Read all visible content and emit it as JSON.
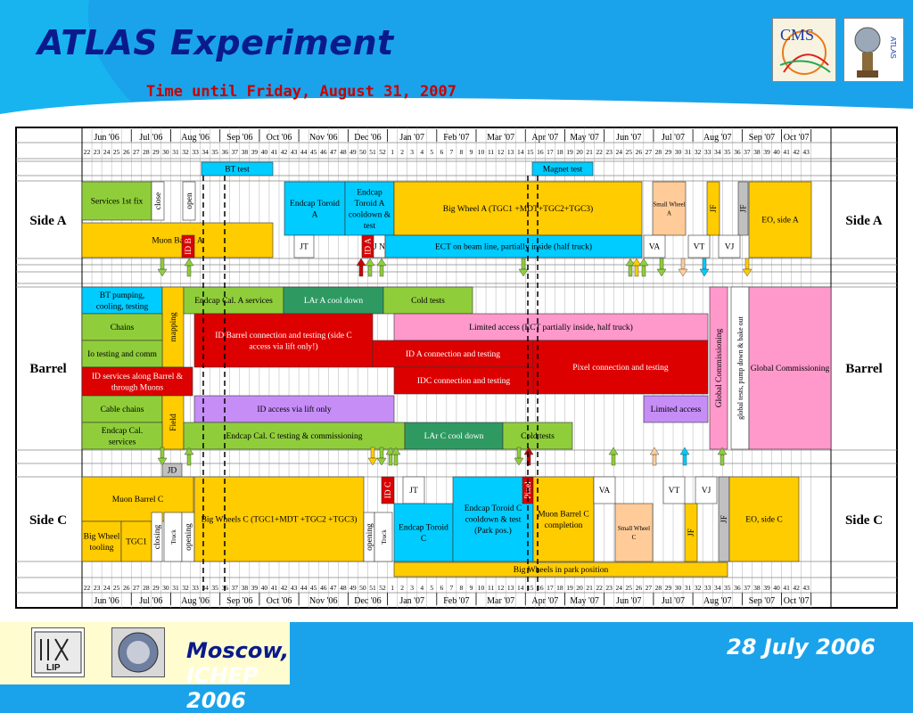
{
  "header": {
    "title": "ATLAS Experiment",
    "subtitle": "Time until Friday, August 31, 2007",
    "logo_left_text": "CMS",
    "logo_right_text": "ATLAS"
  },
  "footer": {
    "location": "Moscow,",
    "conference": "ICHEP 2006",
    "date": "28 July 2006",
    "logo_left_text": "LIP"
  },
  "colors": {
    "background": "#1aa3ea",
    "title": "#0a1a8c",
    "subtitle": "#c80000",
    "green": "#8fce3a",
    "gold": "#ffcc00",
    "pink": "#ff99cc",
    "blue": "#00ccff",
    "red": "#dd0000",
    "darkgreen": "#2e9a62",
    "violet": "#c68df7",
    "peach": "#ffcc99",
    "grey": "#c0c0c0"
  },
  "schedule": {
    "months": [
      "Jun '06",
      "Jul '06",
      "Aug '06",
      "Sep '06",
      "Oct '06",
      "Nov '06",
      "Dec '06",
      "Jan '07",
      "Feb '07",
      "Mar '07",
      "Apr '07",
      "May '07",
      "Jun '07",
      "Jul '07",
      "Aug '07",
      "Sep '07",
      "Oct '07"
    ],
    "weeks": [
      "22",
      "23",
      "24",
      "25",
      "26",
      "27",
      "28",
      "29",
      "30",
      "31",
      "32",
      "33",
      "34",
      "35",
      "36",
      "37",
      "38",
      "39",
      "40",
      "41",
      "42",
      "43",
      "44",
      "45",
      "46",
      "47",
      "48",
      "49",
      "50",
      "51",
      "52",
      "1",
      "2",
      "3",
      "4",
      "5",
      "6",
      "7",
      "8",
      "9",
      "10",
      "11",
      "12",
      "13",
      "14",
      "15",
      "16",
      "17",
      "18",
      "19",
      "20",
      "21",
      "22",
      "23",
      "24",
      "25",
      "26",
      "27",
      "28",
      "29",
      "30",
      "31",
      "32",
      "33",
      "34",
      "35",
      "36",
      "37",
      "38",
      "39",
      "40",
      "41",
      "42",
      "43"
    ],
    "side_labels": {
      "side_a": "Side A",
      "barrel": "Barrel",
      "side_c": "Side C"
    },
    "tasks": [
      {
        "id": "bt-test",
        "text": "BT test",
        "color": "blue"
      },
      {
        "id": "magnet-test",
        "text": "Magnet test",
        "color": "blue"
      },
      {
        "id": "services-1st-fix",
        "text": "Services 1st fix",
        "color": "green"
      },
      {
        "id": "close-a",
        "text": "close",
        "color": "white"
      },
      {
        "id": "open-a",
        "text": "open",
        "color": "white"
      },
      {
        "id": "endcap-toroid-a",
        "text": "Endcap Toroid A",
        "color": "blue"
      },
      {
        "id": "endcap-toroid-a-cooldown",
        "text": "Endcap Toroid A cooldown & test",
        "color": "blue"
      },
      {
        "id": "big-wheel-a",
        "text": "Big Wheel A (TGC1 +MDT+TGC2+TGC3)",
        "color": "gold"
      },
      {
        "id": "small-wheel-a",
        "text": "Small Wheel A",
        "color": "peach"
      },
      {
        "id": "jf-a1",
        "text": "JF",
        "color": "gold"
      },
      {
        "id": "jf-a2",
        "text": "JF",
        "color": "grey"
      },
      {
        "id": "eo-side-a",
        "text": "EO, side A",
        "color": "gold"
      },
      {
        "id": "muon-barrel-a",
        "text": "Muon Barrel A",
        "color": "gold"
      },
      {
        "id": "id-b",
        "text": "ID B",
        "color": "red"
      },
      {
        "id": "jt-a",
        "text": "JT",
        "color": "white"
      },
      {
        "id": "id-a",
        "text": "ID A",
        "color": "red"
      },
      {
        "id": "jn-a",
        "text": "J N",
        "color": "white"
      },
      {
        "id": "ect-beam-line",
        "text": "ECT on beam line, partially inside (half truck)",
        "color": "blue"
      },
      {
        "id": "va-a",
        "text": "VA",
        "color": "white"
      },
      {
        "id": "vt-a",
        "text": "VT",
        "color": "white"
      },
      {
        "id": "vj-a",
        "text": "VJ",
        "color": "white"
      },
      {
        "id": "bt-pumping",
        "text": "BT pumping, cooling, testing",
        "color": "blue"
      },
      {
        "id": "mapping",
        "text": "mapping",
        "color": "gold"
      },
      {
        "id": "endcap-cal-a-services",
        "text": "Endcap Cal. A services",
        "color": "green"
      },
      {
        "id": "lar-a-cool-down",
        "text": "LAr A cool down",
        "color": "darkgreen"
      },
      {
        "id": "cold-tests-1",
        "text": "Cold tests",
        "color": "green"
      },
      {
        "id": "chains",
        "text": "Chains",
        "color": "green"
      },
      {
        "id": "id-barrel-connection",
        "text": "ID Barrel connection and testing (side C access via lift only!)",
        "color": "red"
      },
      {
        "id": "limited-access-ect",
        "text": "Limited access (ECT partially inside, half truck)",
        "color": "pink"
      },
      {
        "id": "global-commissioning-v",
        "text": "Global Commissioning",
        "color": "pink"
      },
      {
        "id": "global-tests",
        "text": "global tests, pump down & bake out",
        "color": "white"
      },
      {
        "id": "global-commissioning",
        "text": "Global Commissioning",
        "color": "pink"
      },
      {
        "id": "io-testing",
        "text": "Io testing and comm",
        "color": "green"
      },
      {
        "id": "id-a-connection",
        "text": "ID A connection and testing",
        "color": "red"
      },
      {
        "id": "pixel-connection",
        "text": "Pixel connection and testing",
        "color": "red"
      },
      {
        "id": "id-services-barrel",
        "text": "ID services along Barrel & through Muons",
        "color": "red"
      },
      {
        "id": "idc-connection",
        "text": "IDC connection and testing",
        "color": "red"
      },
      {
        "id": "cable-chains",
        "text": "Cable chains",
        "color": "green"
      },
      {
        "id": "field",
        "text": "Field",
        "color": "gold"
      },
      {
        "id": "id-access-lift",
        "text": "ID access via lift only",
        "color": "violet"
      },
      {
        "id": "limited-access",
        "text": "Limited access",
        "color": "violet"
      },
      {
        "id": "endcap-cal-services",
        "text": "Endcap Cal. services",
        "color": "green"
      },
      {
        "id": "endcap-cal-c-testing",
        "text": "Endcap Cal. C testing & commissioning",
        "color": "green"
      },
      {
        "id": "lar-c-cool-down",
        "text": "LAr C cool down",
        "color": "darkgreen"
      },
      {
        "id": "cold-tests-2",
        "text": "Cold tests",
        "color": "green"
      },
      {
        "id": "jd",
        "text": "JD",
        "color": "grey"
      },
      {
        "id": "muon-barrel-c",
        "text": "Muon Barrel C",
        "color": "gold"
      },
      {
        "id": "big-wheel-tooling",
        "text": "Big Wheel tooling",
        "color": "gold"
      },
      {
        "id": "tgc1",
        "text": "TGC1",
        "color": "gold"
      },
      {
        "id": "closing-c",
        "text": "closing",
        "color": "white"
      },
      {
        "id": "truck-c1",
        "text": "Truck",
        "color": "white"
      },
      {
        "id": "opening-c1",
        "text": "opening",
        "color": "white"
      },
      {
        "id": "big-wheels-c",
        "text": "Big Wheels C (TGC1+MDT +TGC2 +TGC3)",
        "color": "gold"
      },
      {
        "id": "opening-c2",
        "text": "opening",
        "color": "white"
      },
      {
        "id": "truck-c2",
        "text": "Truck",
        "color": "white"
      },
      {
        "id": "id-c",
        "text": "ID C",
        "color": "red"
      },
      {
        "id": "jt-c",
        "text": "JT",
        "color": "white"
      },
      {
        "id": "endcap-toroid-c",
        "text": "Endcap Toroid C",
        "color": "blue"
      },
      {
        "id": "endcap-toroid-c-cooldown",
        "text": "Endcap Toroid C cooldown & test (Park pos.)",
        "color": "blue"
      },
      {
        "id": "pixel",
        "text": "Pixel",
        "color": "red"
      },
      {
        "id": "muon-barrel-c-completion",
        "text": "Muon Barrel C completion",
        "color": "gold"
      },
      {
        "id": "va-c",
        "text": "VA",
        "color": "white"
      },
      {
        "id": "vt-c",
        "text": "VT",
        "color": "white"
      },
      {
        "id": "vj-c",
        "text": "VJ",
        "color": "white"
      },
      {
        "id": "small-wheel-c",
        "text": "Small Wheel C",
        "color": "peach"
      },
      {
        "id": "jf-c1",
        "text": "JF",
        "color": "gold"
      },
      {
        "id": "jf-c2",
        "text": "JF",
        "color": "grey"
      },
      {
        "id": "eo-side-c",
        "text": "EO, side C",
        "color": "gold"
      },
      {
        "id": "big-wheels-park",
        "text": "Big Wheels in park position",
        "color": "gold"
      }
    ]
  }
}
